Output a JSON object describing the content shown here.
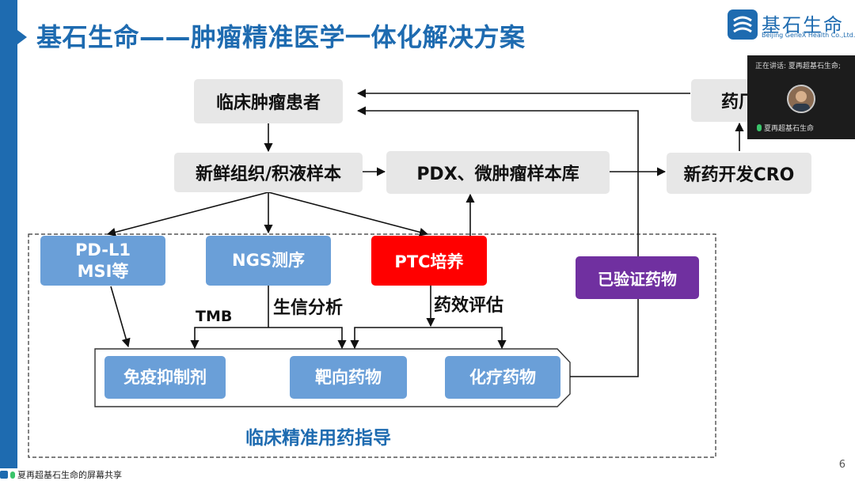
{
  "slide": {
    "title": "基石生命——肿瘤精准医学一体化解决方案",
    "logo_name": "基石生命",
    "logo_sub": "Beijing GeneX Health Co.,Ltd.",
    "page_number": "6"
  },
  "nodes": {
    "patient": "临床肿瘤患者",
    "pharma": "药厂",
    "sample": "新鲜组织/积液样本",
    "pdx": "PDX、微肿瘤样本库",
    "cro": "新药开发CRO",
    "pdl1_line1": "PD-L1",
    "pdl1_line2": "MSI等",
    "ngs": "NGS测序",
    "ptc": "PTC培养",
    "verified_drug": "已验证药物",
    "immuno": "免疫抑制剂",
    "targeted": "靶向药物",
    "chemo": "化疗药物"
  },
  "labels": {
    "tmb": "TMB",
    "bioinfo": "生信分析",
    "efficacy": "药效评估",
    "guidance": "临床精准用药指导"
  },
  "video_panel": {
    "speaking": "正在讲话: 夏再超基石生命;",
    "participant": "夏再超基石生命"
  },
  "share_bar": {
    "text": "夏再超基石生命的屏幕共享"
  },
  "colors": {
    "brand_blue": "#1e6bb0",
    "node_grey": "#e7e7e7",
    "node_blue": "#6a9fd8",
    "ptc_red": "#ff0000",
    "verified_purple": "#7030a0"
  }
}
